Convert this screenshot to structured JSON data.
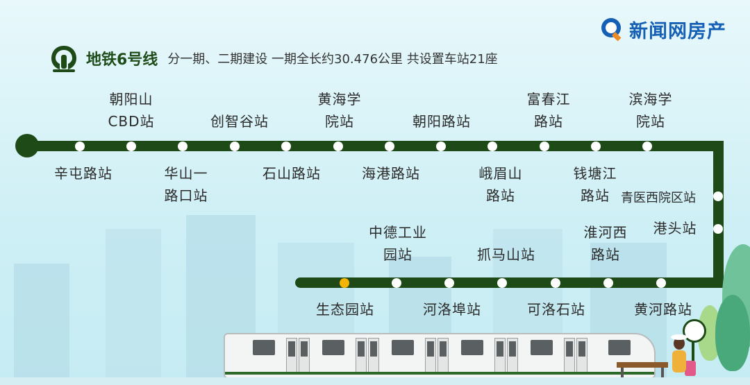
{
  "brand": {
    "name": "新闻网房产",
    "icon": "magnifier-logo-icon"
  },
  "header": {
    "line_name": "地铁6号线",
    "description": "分一期、二期建设 一期全长约30.476公里 共设置车站21座",
    "logo_icon": "metro-logo-icon"
  },
  "colors": {
    "track": "#1e4a17",
    "highlight_station": "#f4b400",
    "brand": "#1560b5"
  },
  "stations": {
    "s1": "辛屯路站",
    "s2": "朝阳山\nCBD站",
    "s3": "华山一\n路口站",
    "s4": "创智谷站",
    "s5": "石山路站",
    "s6": "黄海学\n院站",
    "s7": "海港路站",
    "s8": "朝阳路站",
    "s9": "峨眉山\n路站",
    "s10": "富春江\n路站",
    "s11": "钱塘江\n路站",
    "s12": "滨海学\n院站",
    "s13": "青医西院区站",
    "s14": "港头站",
    "s15": "黄河路站",
    "s16": "淮河西\n路站",
    "s17": "可洛石站",
    "s18": "抓马山站",
    "s19": "河洛埠站",
    "s20": "中德工业\n园站",
    "s21": "生态园站"
  }
}
